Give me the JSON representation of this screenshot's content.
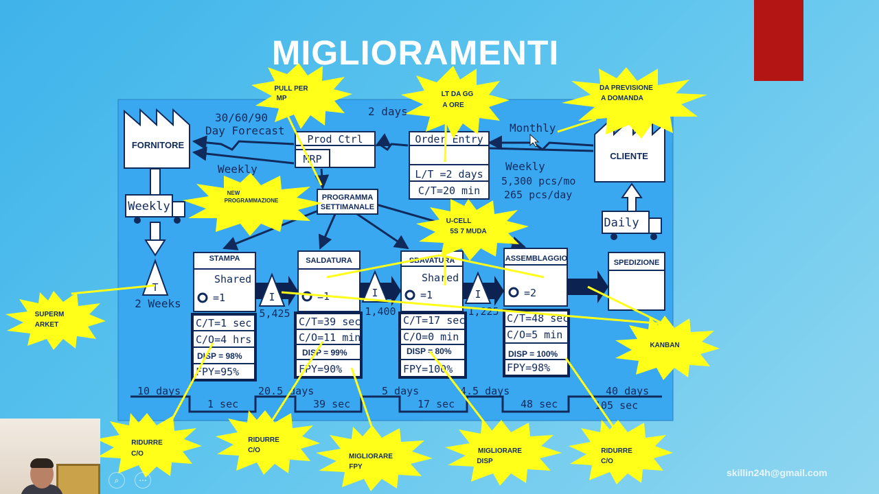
{
  "slide": {
    "title": "MIGLIORAMENTI",
    "email": "skillin24h@gmail.com"
  },
  "vsm": {
    "supplier": "FORNITORE",
    "customer": "CLIENTE",
    "forecast_line1": "30/60/90",
    "forecast_line2": "Day Forecast",
    "monthly": "Monthly",
    "prod_ctrl": "Prod Ctrl",
    "mrp": "MRP",
    "order_entry": "Order Entry",
    "order_lt": "L/T =2 days",
    "order_ct": "C/T=20 min",
    "two_days": "2 days",
    "weekly_left": "Weekly",
    "weekly_right": "Weekly",
    "demand1": "5,300 pcs/mo",
    "demand2": "265 pcs/day",
    "truck_in": "Weekly",
    "truck_out": "Daily",
    "schedule1": "PROGRAMMA",
    "schedule2": "SETTIMANALE",
    "supermarket_label": "T",
    "supermarket_time": "2 Weeks",
    "inventory": [
      {
        "label": "I",
        "qty": "5,425"
      },
      {
        "label": "I",
        "qty": "1,400"
      },
      {
        "label": "I",
        "qty": "1,225"
      }
    ],
    "processes": [
      {
        "name": "STAMPA",
        "shared": "Shared",
        "ops": "=1",
        "ct": "C/T=1 sec",
        "co": "C/O=4 hrs",
        "disp": "DISP = 98%",
        "fpy": "FPY=95%"
      },
      {
        "name": "SALDATURA",
        "shared": "",
        "ops": "=1",
        "ct": "C/T=39 sec",
        "co": "C/O=11 min",
        "disp": "DISP = 99%",
        "fpy": "FPY=90%"
      },
      {
        "name": "SBAVATURA",
        "shared": "Shared",
        "ops": "=1",
        "ct": "C/T=17 sec",
        "co": "C/O=0 min",
        "disp": "DISP = 80%",
        "fpy": "FPY=100%"
      },
      {
        "name": "ASSEMBLAGGIO",
        "shared": "",
        "ops": "=2",
        "ct": "C/T=48 sec",
        "co": "C/O=5 min",
        "disp": "DISP = 100%",
        "fpy": "FPY=98%"
      }
    ],
    "shipping": "SPEDIZIONE",
    "timeline_days": [
      "10 days",
      "20.5 days",
      "5 days",
      "4.5 days",
      "40 days"
    ],
    "timeline_secs": [
      "1 sec",
      "39 sec",
      "17 sec",
      "48 sec",
      "105 sec"
    ]
  },
  "bursts": [
    {
      "id": "pull-per-mp",
      "l1": "PULL PER",
      "l2": "MP"
    },
    {
      "id": "lt-da-gg",
      "l1": "LT DA GG",
      "l2": "A ORE"
    },
    {
      "id": "da-previsione",
      "l1": "DA PREVISIONE",
      "l2": "A DOMANDA"
    },
    {
      "id": "new-programmazione",
      "l1": "NEW",
      "l2": "PROGRAMMAZIONE"
    },
    {
      "id": "u-cell",
      "l1": "U-CELL",
      "l2": "5S 7 MUDA"
    },
    {
      "id": "supermarket",
      "l1": "SUPERM",
      "l2": "ARKET"
    },
    {
      "id": "kanban",
      "l1": "KANBAN",
      "l2": ""
    },
    {
      "id": "ridurre-co-1",
      "l1": "RIDURRE",
      "l2": "C/O"
    },
    {
      "id": "ridurre-co-2",
      "l1": "RIDURRE",
      "l2": "C/O"
    },
    {
      "id": "migliorare-fpy",
      "l1": "MIGLIORARE",
      "l2": "FPY"
    },
    {
      "id": "migliorare-disp",
      "l1": "MIGLIORARE",
      "l2": "DISP"
    },
    {
      "id": "ridurre-co-3",
      "l1": "RIDURRE",
      "l2": "C/O"
    }
  ],
  "colors": {
    "background": "#4fbbea",
    "diagram": "#3aa8f0",
    "burst": "#ffff1a",
    "navy": "#102a5c",
    "title_block": "#b31414"
  }
}
